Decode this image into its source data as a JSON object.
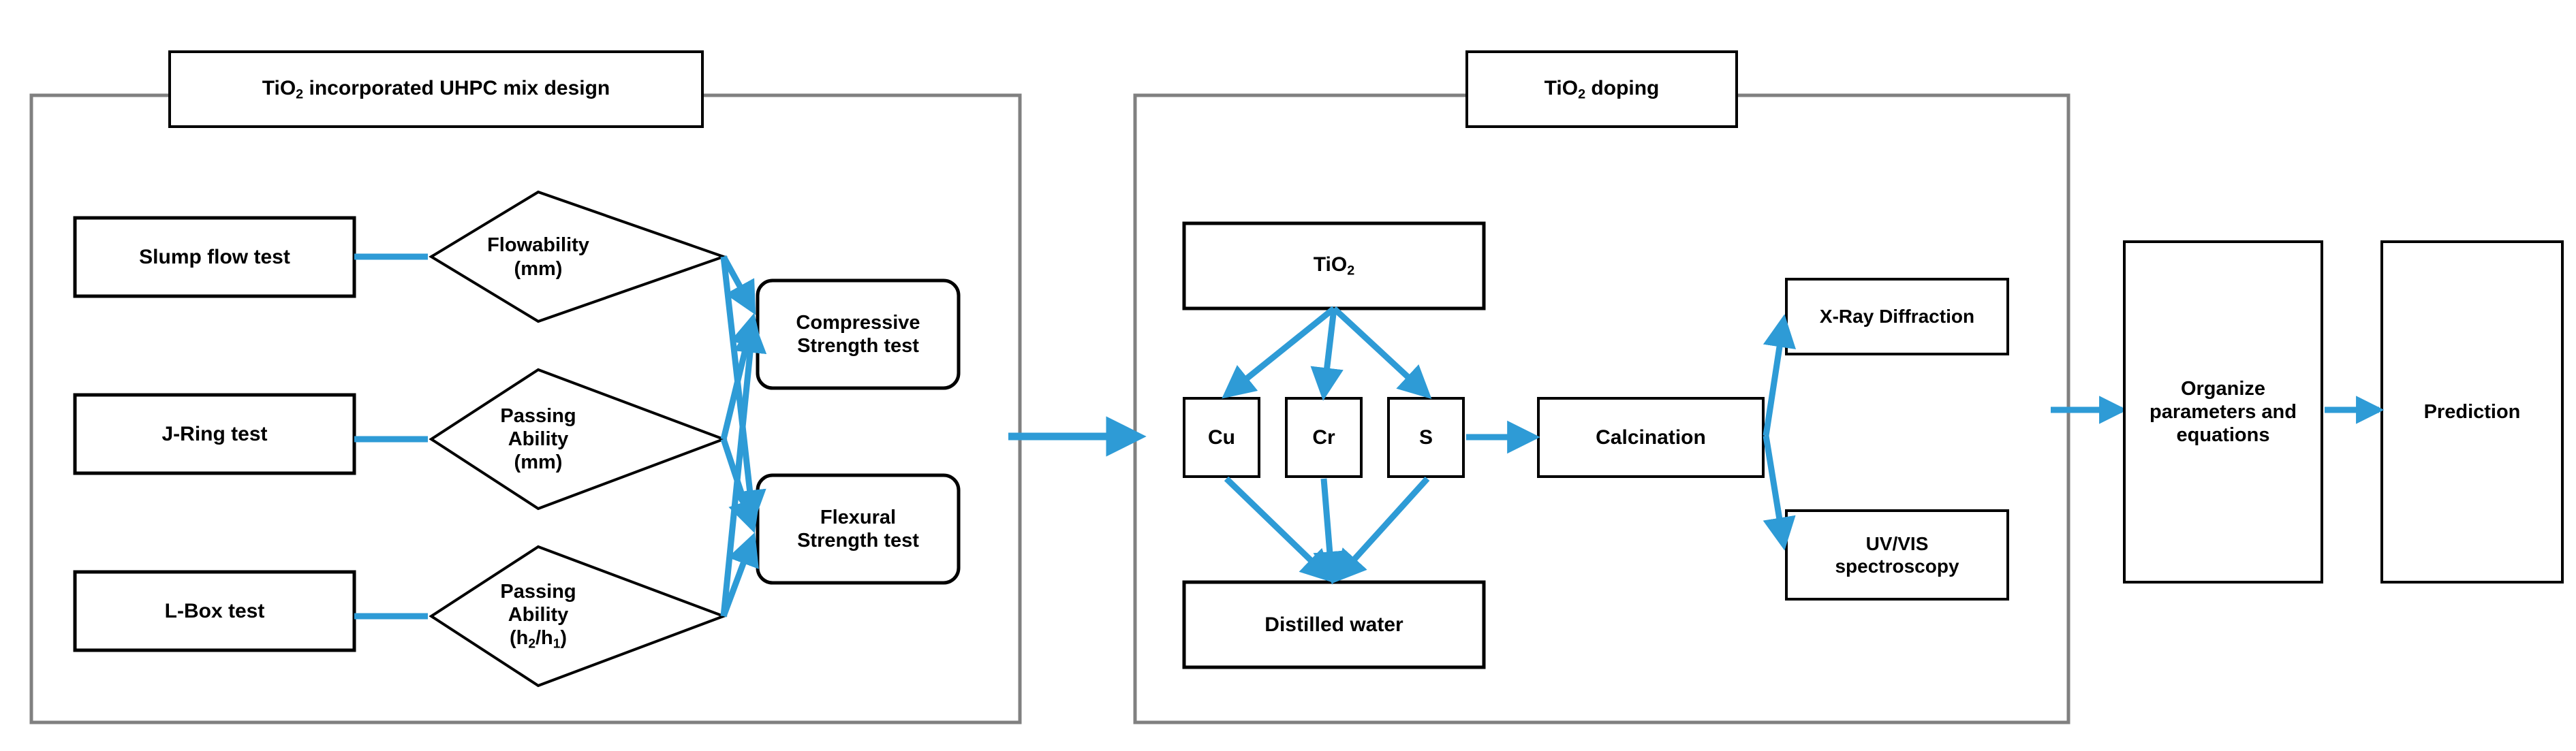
{
  "figure": {
    "type": "flowchart",
    "background": "#ffffff",
    "colors": {
      "arrow": "#2E9BD6",
      "panel_border": "#808080",
      "node_border": "#000000",
      "text": "#000000"
    }
  },
  "panels": [
    {
      "id": "panel-mix-design",
      "title": "TiO₂ incorporated UHPC mix design",
      "title_plain": "TiO2 incorporated UHPC mix design"
    },
    {
      "id": "panel-doping",
      "title": "TiO₂ doping",
      "title_plain": "TiO2 doping"
    }
  ],
  "nodes": {
    "slump_flow_test": "Slump flow test",
    "j_ring_test": "J-Ring test",
    "l_box_test": "L-Box test",
    "flowability": "Flowability\n(mm)",
    "passing_ability_mm": "Passing\nAbility\n(mm)",
    "passing_ability_h": "Passing\nAbility\n(h₂/h₁)",
    "compressive_strength_test": "Compressive\nStrength test",
    "flexural_strength_test": "Flexural\nStrength test",
    "tio2": "TiO₂",
    "cu": "Cu",
    "cr": "Cr",
    "s": "S",
    "distilled_water": "Distilled water",
    "calcination": "Calcination",
    "xrd": "X-Ray Diffraction",
    "uv_vis": "UV/VIS\nspectroscopy",
    "organize": "Organize\nparameters and\nequations",
    "prediction": "Prediction"
  },
  "edges": [
    {
      "from": "slump_flow_test",
      "to": "flowability"
    },
    {
      "from": "j_ring_test",
      "to": "passing_ability_mm"
    },
    {
      "from": "l_box_test",
      "to": "passing_ability_h"
    },
    {
      "from": "flowability",
      "to": "compressive_strength_test"
    },
    {
      "from": "flowability",
      "to": "flexural_strength_test"
    },
    {
      "from": "passing_ability_mm",
      "to": "compressive_strength_test"
    },
    {
      "from": "passing_ability_mm",
      "to": "flexural_strength_test"
    },
    {
      "from": "passing_ability_h",
      "to": "compressive_strength_test"
    },
    {
      "from": "passing_ability_h",
      "to": "flexural_strength_test"
    },
    {
      "from": "panel-mix-design",
      "to": "panel-doping"
    },
    {
      "from": "tio2",
      "to": "cu"
    },
    {
      "from": "tio2",
      "to": "cr"
    },
    {
      "from": "tio2",
      "to": "s"
    },
    {
      "from": "cu",
      "to": "distilled_water"
    },
    {
      "from": "cr",
      "to": "distilled_water"
    },
    {
      "from": "s",
      "to": "distilled_water"
    },
    {
      "from": "s",
      "to": "calcination"
    },
    {
      "from": "calcination",
      "to": "xrd"
    },
    {
      "from": "calcination",
      "to": "uv_vis"
    },
    {
      "from": "panel-doping",
      "to": "organize"
    },
    {
      "from": "organize",
      "to": "prediction"
    }
  ]
}
